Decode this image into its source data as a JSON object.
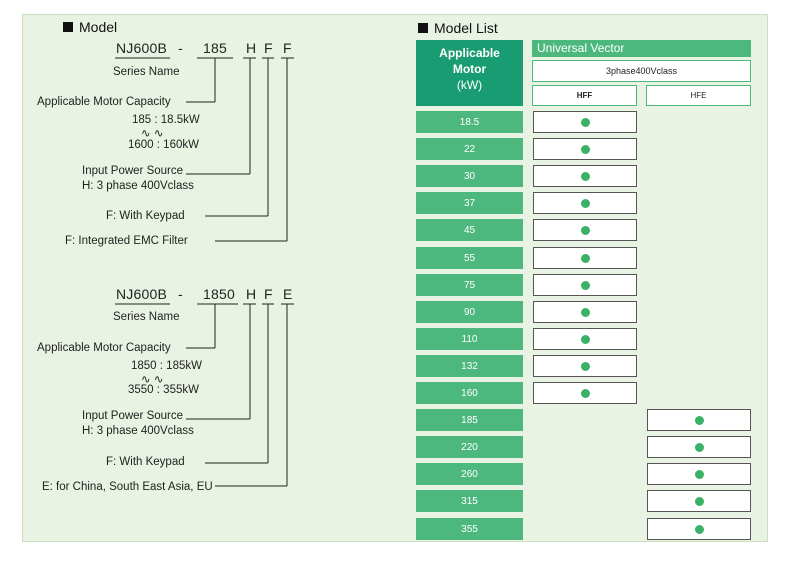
{
  "colors": {
    "panel_bg": "#e8f3e3",
    "accent_green": "#4db87e",
    "dark_green": "#1a9c72",
    "dot_green": "#3bb067"
  },
  "model": {
    "heading": "Model",
    "example1": {
      "code": [
        "NJ600B",
        "-",
        "185",
        "H",
        "F",
        "F"
      ],
      "series_name": "Series Name",
      "capacity_label": "Applicable Motor Capacity",
      "cap_line1": "185  : 18.5kW",
      "cap_sep": "∿              ∿",
      "cap_line2": "1600 : 160kW",
      "power_label": "Input Power Source",
      "power_value": "H: 3 phase  400Vclass",
      "keypad": "F: With Keypad",
      "filter": "F: Integrated EMC Filter"
    },
    "example2": {
      "code": [
        "NJ600B",
        "-",
        "1850",
        "H",
        "F",
        "E"
      ],
      "series_name": "Series Name",
      "capacity_label": "Applicable Motor Capacity",
      "cap_line1": "1850  : 185kW",
      "cap_sep": "∿              ∿",
      "cap_line2": "3550 : 355kW",
      "power_label": "Input Power Source",
      "power_value": "H: 3 phase  400Vclass",
      "keypad": "F: With Keypad",
      "region": "E: for China, South East Asia, EU"
    }
  },
  "model_list": {
    "heading": "Model List",
    "header_line1": "Applicable",
    "header_line2": "Motor",
    "header_line3": "(kW)",
    "control": "Universal Vector",
    "voltage": "3phase400Vclass",
    "col_hff": "HFF",
    "col_hfe": "HFE",
    "rows": [
      {
        "kw": "18.5",
        "col": "hff"
      },
      {
        "kw": "22",
        "col": "hff"
      },
      {
        "kw": "30",
        "col": "hff"
      },
      {
        "kw": "37",
        "col": "hff"
      },
      {
        "kw": "45",
        "col": "hff"
      },
      {
        "kw": "55",
        "col": "hff"
      },
      {
        "kw": "75",
        "col": "hff"
      },
      {
        "kw": "90",
        "col": "hff"
      },
      {
        "kw": "110",
        "col": "hff"
      },
      {
        "kw": "132",
        "col": "hff"
      },
      {
        "kw": "160",
        "col": "hff"
      },
      {
        "kw": "185",
        "col": "hfe"
      },
      {
        "kw": "220",
        "col": "hfe"
      },
      {
        "kw": "260",
        "col": "hfe"
      },
      {
        "kw": "315",
        "col": "hfe"
      },
      {
        "kw": "355",
        "col": "hfe"
      }
    ]
  }
}
